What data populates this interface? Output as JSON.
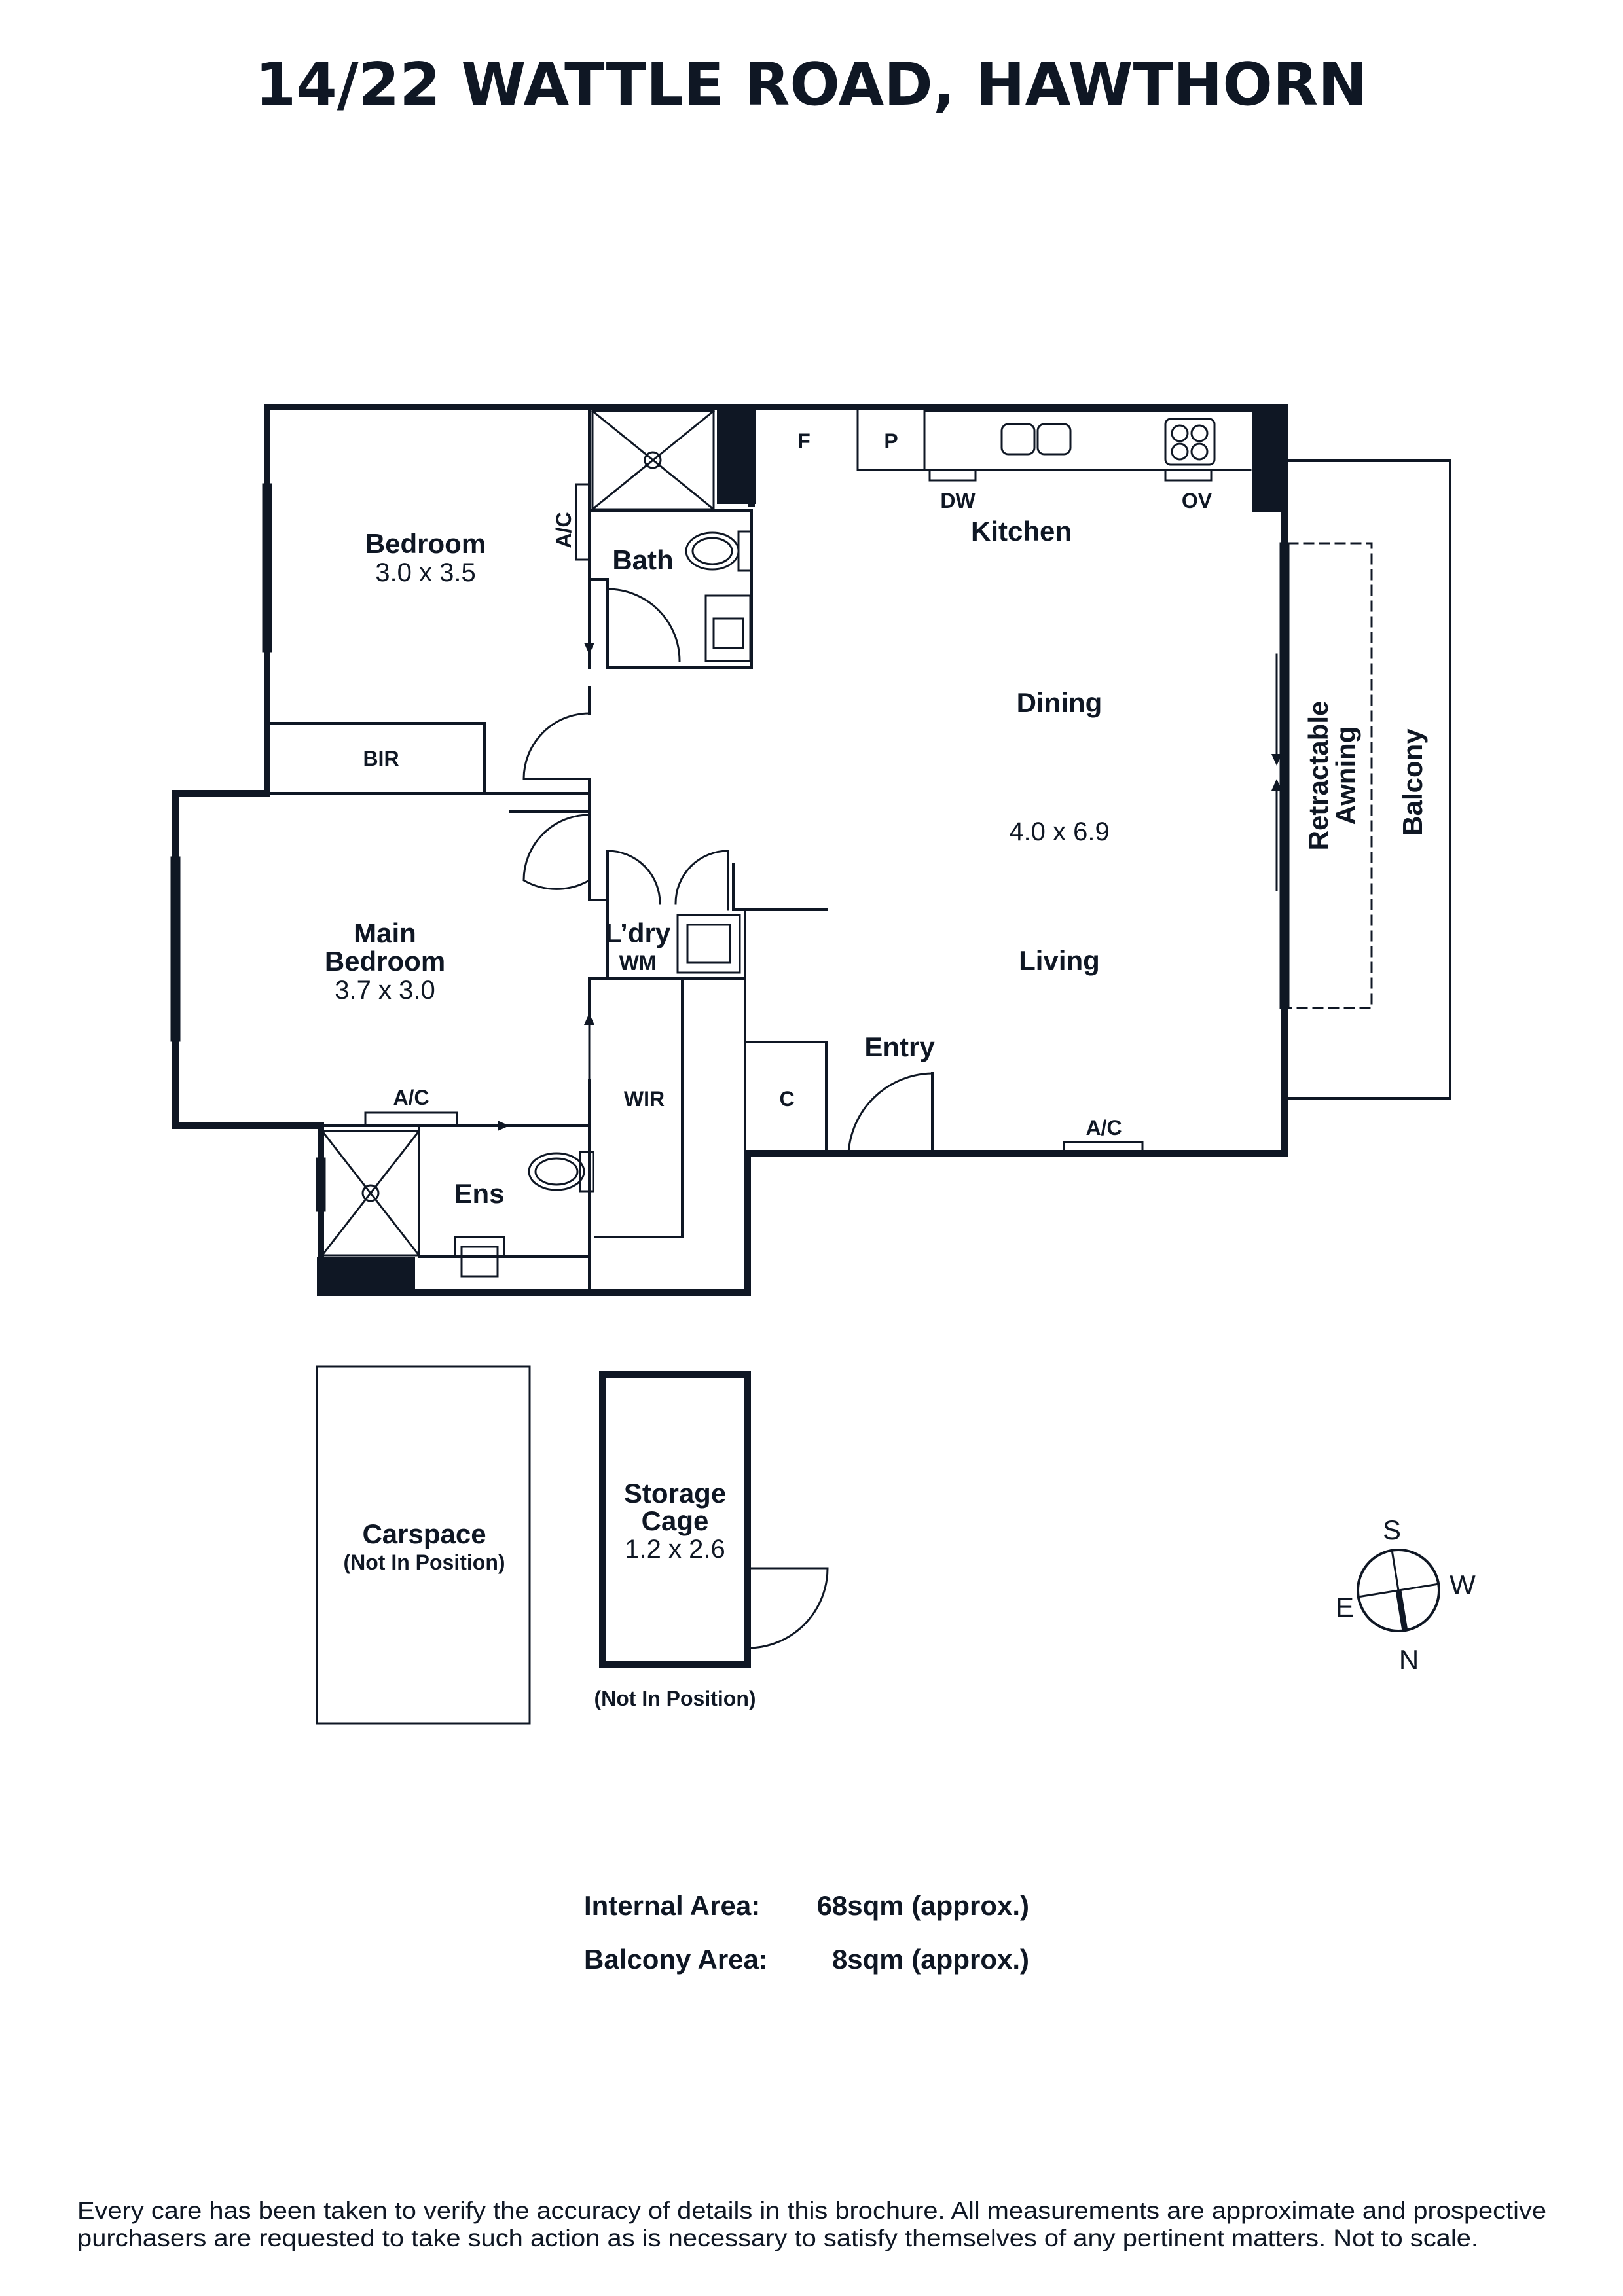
{
  "title": "14/22 WATTLE ROAD, HAWTHORN",
  "rooms": {
    "bedroom": {
      "name": "Bedroom",
      "dims": "3.0 x 3.5"
    },
    "bir": "BIR",
    "main_bedroom": {
      "name_line1": "Main",
      "name_line2": "Bedroom",
      "dims": "3.7 x 3.0"
    },
    "ens": "Ens",
    "wir": "WIR",
    "bath": "Bath",
    "laundry": "L’dry",
    "wm": "WM",
    "kitchen": "Kitchen",
    "fridge": "F",
    "pantry": "P",
    "dw": "DW",
    "ov": "OV",
    "dining": "Dining",
    "living_dims": "4.0 x 6.9",
    "living": "Living",
    "entry": "Entry",
    "cupboard": "C",
    "ac_bedroom": "A/C",
    "ac_main": "A/C",
    "ac_living": "A/C",
    "awning_line1": "Retractable",
    "awning_line2": "Awning",
    "balcony": "Balcony",
    "carspace": "Carspace",
    "carspace_note": "(Not In Position)",
    "storage_line1": "Storage",
    "storage_line2": "Cage",
    "storage_dims": "1.2 x 2.6",
    "storage_note": "(Not In Position)"
  },
  "compass": {
    "s": "S",
    "w": "W",
    "n": "N",
    "e": "E"
  },
  "areas": {
    "internal_label": "Internal Area:",
    "internal_value": "68sqm (approx.)",
    "balcony_label": "Balcony Area:",
    "balcony_value": "8sqm (approx.)"
  },
  "disclaimer_line1": "Every care has been taken to verify the accuracy of details in this brochure. All measurements are approximate and prospective",
  "disclaimer_line2": "purchasers are requested to take such action as is necessary to satisfy themselves of any pertinent matters. Not to scale."
}
